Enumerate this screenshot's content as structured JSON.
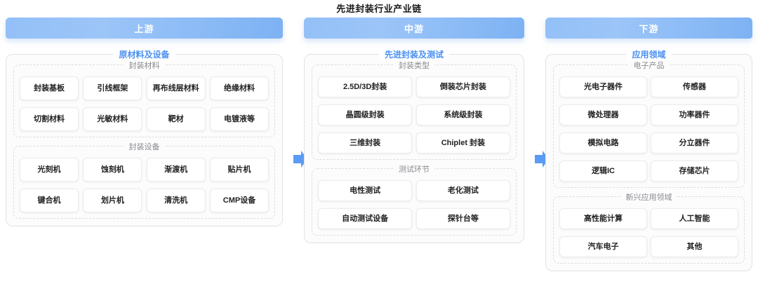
{
  "title": "先进封装行业产业链",
  "colors": {
    "accent": "#4a90f0",
    "header_gradient_start": "#93c0f7",
    "header_gradient_end": "#7db2f3",
    "arrow": "#5b9bf5",
    "card_text": "#222222",
    "subgroup_text": "#8a8a8e"
  },
  "arrows": [
    {
      "name": "arrow-upstream-to-midstream",
      "icon": "arrow-right-icon"
    },
    {
      "name": "arrow-midstream-to-downstream",
      "icon": "arrow-right-icon"
    }
  ],
  "columns": [
    {
      "id": "upstream",
      "header": "上游",
      "group_title": "原材料及设备",
      "subgroups": [
        {
          "id": "packaging-materials",
          "title": "封装材料",
          "cards": [
            "封装基板",
            "引线框架",
            "再布线层材料",
            "绝缘材料",
            "切割材料",
            "光敏材料",
            "靶材",
            "电镀液等"
          ]
        },
        {
          "id": "packaging-equipment",
          "title": "封装设备",
          "cards": [
            "光刻机",
            "蚀刻机",
            "渐渡机",
            "贴片机",
            "键合机",
            "划片机",
            "清洗机",
            "CMP设备"
          ]
        }
      ]
    },
    {
      "id": "midstream",
      "header": "中游",
      "group_title": "先进封装及测试",
      "subgroups": [
        {
          "id": "packaging-types",
          "title": "封装类型",
          "cards": [
            "2.5D/3D封装",
            "倒装芯片封装",
            "晶圆级封装",
            "系统级封装",
            "三维封装",
            "Chiplet 封装"
          ]
        },
        {
          "id": "testing-stages",
          "title": "测试环节",
          "cards": [
            "电性测试",
            "老化测试",
            "自动测试设备",
            "探针台等"
          ]
        }
      ]
    },
    {
      "id": "downstream",
      "header": "下游",
      "group_title": "应用领域",
      "subgroups": [
        {
          "id": "electronic-products",
          "title": "电子产品",
          "cards": [
            "光电子器件",
            "传感器",
            "微处理器",
            "功率器件",
            "模拟电路",
            "分立器件",
            "逻辑IC",
            "存储芯片"
          ]
        },
        {
          "id": "emerging-applications",
          "title": "新兴应用领域",
          "cards": [
            "高性能计算",
            "人工智能",
            "汽车电子",
            "其他"
          ]
        }
      ]
    }
  ]
}
